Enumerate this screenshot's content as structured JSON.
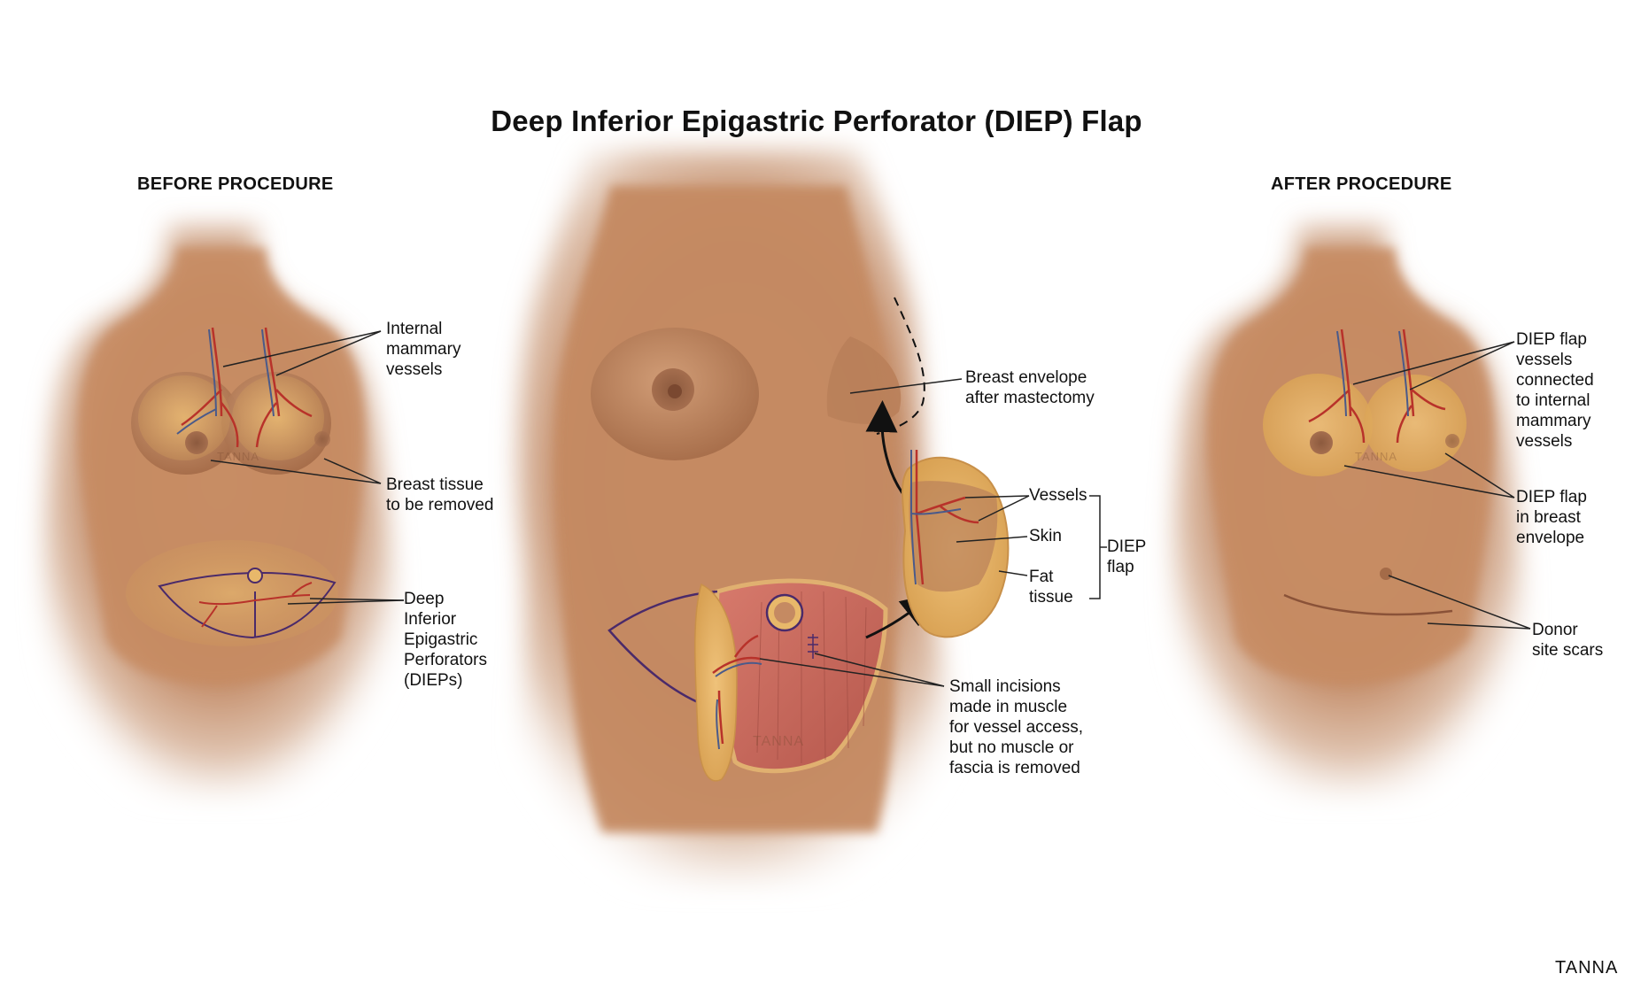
{
  "title": "Deep Inferior Epigastric Perforator (DIEP) Flap",
  "panels": {
    "before": {
      "heading": "BEFORE PROCEDURE",
      "labels": {
        "internal_mammary": "Internal\nmammary\nvessels",
        "breast_tissue": "Breast tissue\nto be removed",
        "dieps": "Deep\nInferior\nEpigastric\nPerforators\n(DIEPs)"
      }
    },
    "middle": {
      "labels": {
        "breast_envelope": "Breast envelope\nafter mastectomy",
        "vessels": "Vessels",
        "skin": "Skin",
        "fat": "Fat\ntissue",
        "diep_flap_bracket": "DIEP\nflap",
        "small_incisions": "Small incisions\nmade in muscle\nfor vessel access,\nbut no muscle or\nfascia is removed"
      }
    },
    "after": {
      "heading": "AFTER PROCEDURE",
      "labels": {
        "flap_vessels": "DIEP flap\nvessels\nconnected\nto internal\nmammary\nvessels",
        "flap_in_envelope": "DIEP flap\nin breast\nenvelope",
        "donor_scars": "Donor\nsite scars"
      }
    }
  },
  "logo": "TANNA",
  "colors": {
    "skin": "#c8906a",
    "skin_shadow": "#a86c4a",
    "fat": "#e8b86a",
    "muscle": "#c9675c",
    "vessel_red": "#b8322a",
    "vessel_blue": "#4a5a8a",
    "incision_line": "#4a2a6a",
    "leader": "#222222"
  }
}
